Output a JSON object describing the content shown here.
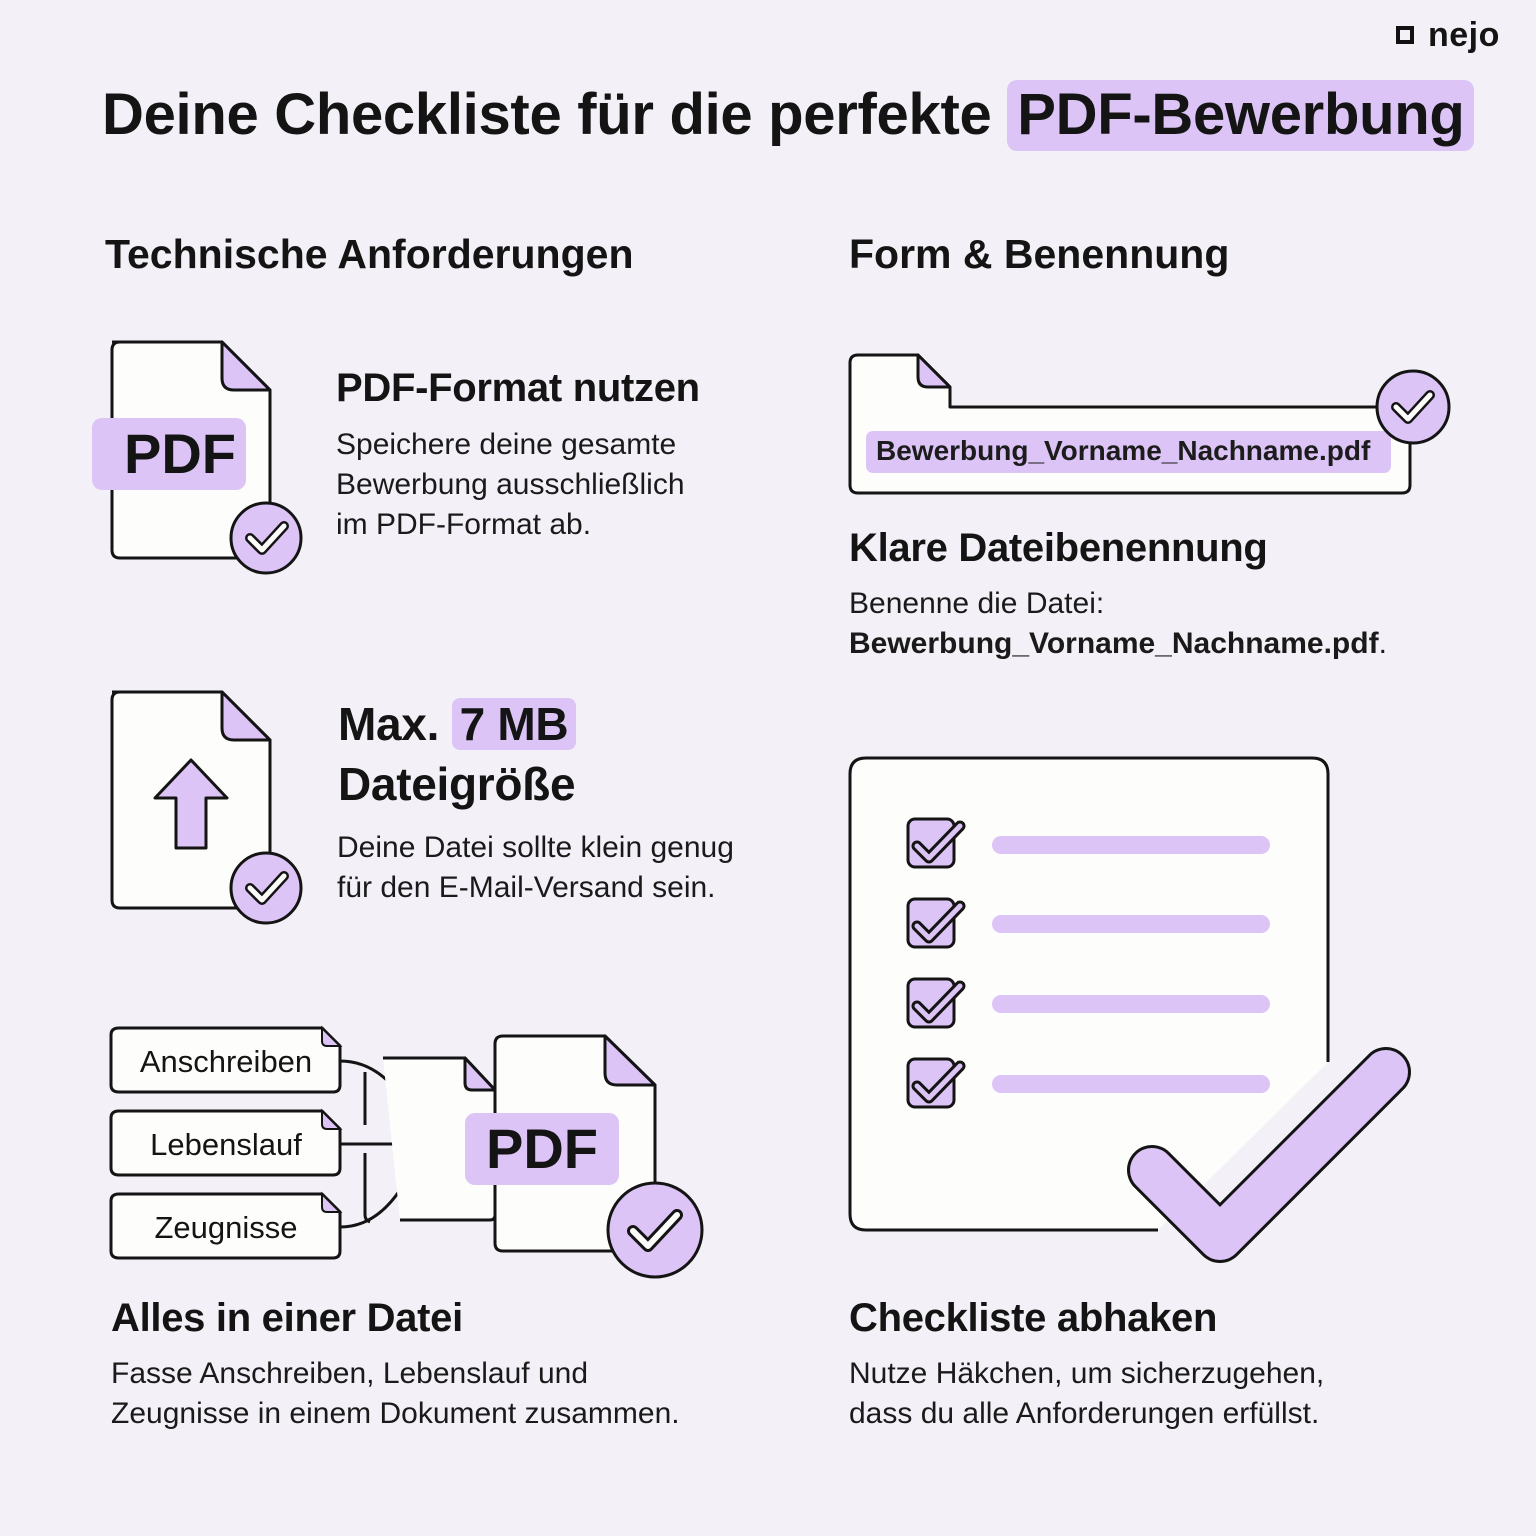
{
  "brand": {
    "logo_text": "nejo"
  },
  "header": {
    "title_prefix": "Deine Checkliste für die perfekte",
    "title_highlight": "PDF-Bewerbung"
  },
  "colors": {
    "background": "#f3f1f7",
    "accent": "#dcc4f6",
    "stroke": "#141414",
    "card": "#fdfdfb"
  },
  "sections": {
    "technical": {
      "title": "Technische Anforderungen",
      "items": [
        {
          "icon": "pdf-file-check-icon",
          "badge": "PDF",
          "title": "PDF-Format nutzen",
          "text_lines": [
            "Speichere deine gesamte",
            "Bewerbung ausschließlich",
            "im PDF-Format ab."
          ]
        },
        {
          "icon": "file-upload-check-icon",
          "title_prefix": "Max.",
          "title_highlight": "7 MB",
          "title_line2": "Dateigröße",
          "text_lines": [
            "Deine Datei sollte klein genug",
            "für den E-Mail-Versand sein."
          ]
        },
        {
          "icon": "merge-documents-icon",
          "documents": [
            "Anschreiben",
            "Lebenslauf",
            "Zeugnisse"
          ],
          "badge": "PDF",
          "title": "Alles in einer Datei",
          "text_lines": [
            "Fasse Anschreiben, Lebenslauf und",
            "Zeugnisse in einem Dokument zusammen."
          ]
        }
      ]
    },
    "form": {
      "title": "Form & Benennung",
      "items": [
        {
          "icon": "filename-check-icon",
          "filename_badge": "Bewerbung_Vorname_Nachname.pdf",
          "title": "Klare Dateibenennung",
          "text_line1": "Benenne die Datei:",
          "text_line2": "Bewerbung_Vorname_Nachname.pdf",
          "text_line2_suffix": "."
        },
        {
          "icon": "checklist-icon",
          "checkbox_count": 4,
          "title": "Checkliste abhaken",
          "text_lines": [
            "Nutze Häkchen, um sicherzugehen,",
            "dass du alle Anforderungen erfüllst."
          ]
        }
      ]
    }
  }
}
